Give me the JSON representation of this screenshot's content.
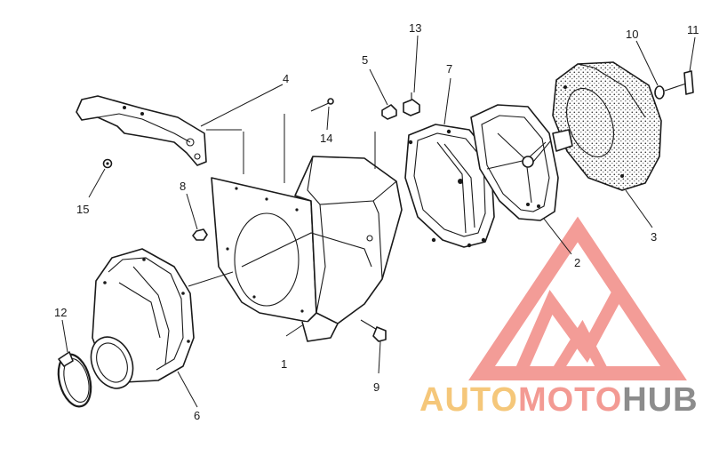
{
  "diagram": {
    "callouts": [
      {
        "id": "1",
        "label": "1"
      },
      {
        "id": "2",
        "label": "2"
      },
      {
        "id": "3",
        "label": "3"
      },
      {
        "id": "4",
        "label": "4"
      },
      {
        "id": "5",
        "label": "5"
      },
      {
        "id": "6",
        "label": "6"
      },
      {
        "id": "7",
        "label": "7"
      },
      {
        "id": "8",
        "label": "8"
      },
      {
        "id": "9",
        "label": "9"
      },
      {
        "id": "10",
        "label": "10"
      },
      {
        "id": "11",
        "label": "11"
      },
      {
        "id": "12",
        "label": "12"
      },
      {
        "id": "13",
        "label": "13"
      },
      {
        "id": "14",
        "label": "14"
      },
      {
        "id": "15",
        "label": "15"
      }
    ]
  },
  "watermark": {
    "part1": "AUTO",
    "part2": "MOTO",
    "part3": "HUB",
    "color_auto": "#f5c77a",
    "color_moto": "#f39a93",
    "color_hub": "#8c8c8c",
    "logo_color": "#f28b85"
  }
}
